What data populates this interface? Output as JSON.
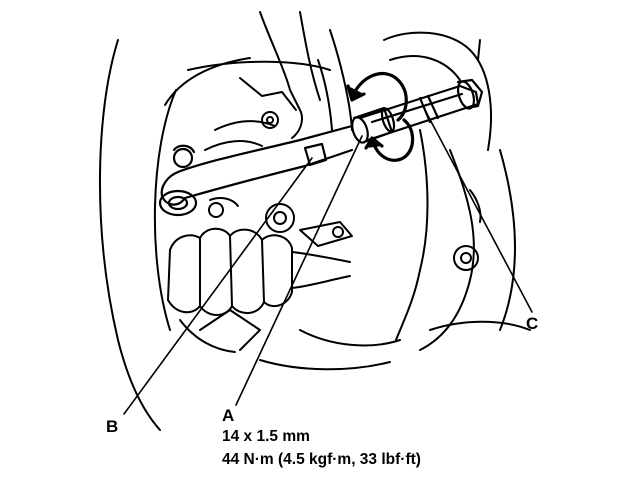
{
  "callouts": {
    "a": "A",
    "b": "B",
    "c": "C"
  },
  "specs": {
    "thread": "14 x 1.5 mm",
    "torque": "44 N·m (4.5 kgf·m, 33 lbf·ft)"
  },
  "colors": {
    "ink": "#000000",
    "paper": "#ffffff"
  }
}
